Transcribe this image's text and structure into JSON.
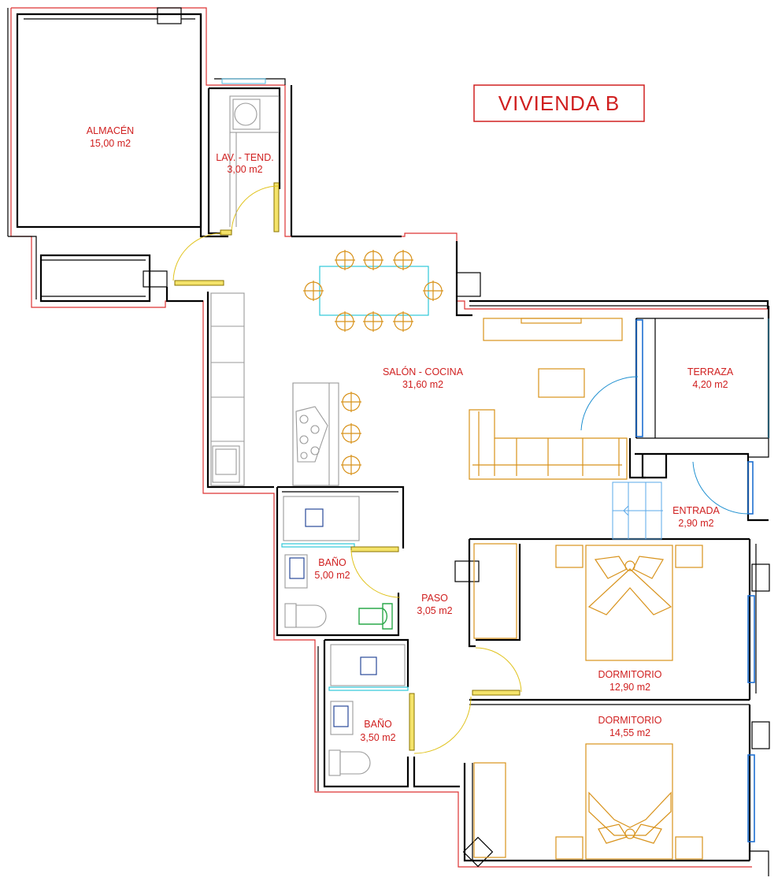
{
  "plan": {
    "title": "VIVIENDA B",
    "rooms": [
      {
        "id": "almacen",
        "name": "ALMACÉN",
        "area": "15,00 m2"
      },
      {
        "id": "lav-tend",
        "name": "LAV. - TEND.",
        "area": "3,00 m2"
      },
      {
        "id": "salon-cocina",
        "name": "SALÓN - COCINA",
        "area": "31,60 m2"
      },
      {
        "id": "terraza",
        "name": "TERRAZA",
        "area": "4,20 m2"
      },
      {
        "id": "entrada",
        "name": "ENTRADA",
        "area": "2,90 m2"
      },
      {
        "id": "bano-1",
        "name": "BAÑO",
        "area": "5,00 m2"
      },
      {
        "id": "paso",
        "name": "PASO",
        "area": "3,05 m2"
      },
      {
        "id": "dormitorio-1",
        "name": "DORMITORIO",
        "area": "12,90 m2"
      },
      {
        "id": "bano-2",
        "name": "BAÑO",
        "area": "3,50 m2"
      },
      {
        "id": "dormitorio-2",
        "name": "DORMITORIO",
        "area": "14,55 m2"
      }
    ],
    "colors": {
      "labels": "#d02020",
      "walls": "#000000",
      "furniture": "#d8921a",
      "windows": "#1e6fd0"
    }
  }
}
